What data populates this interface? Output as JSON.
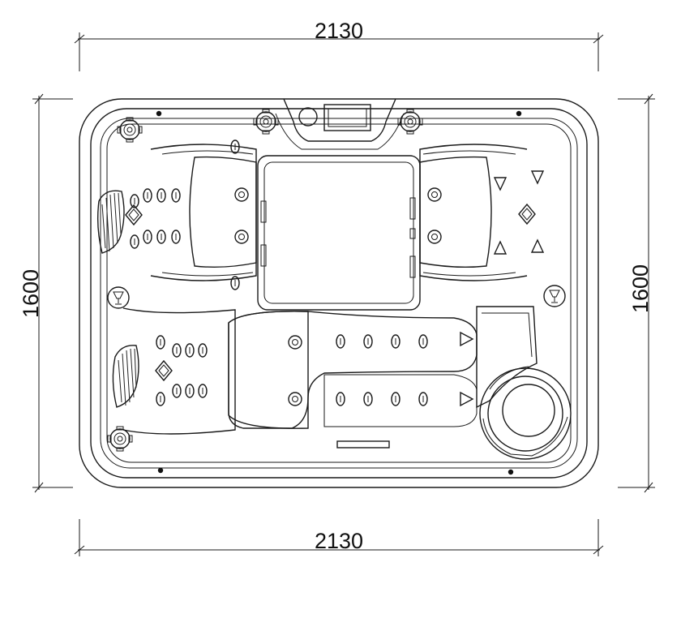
{
  "dimensions": {
    "top_width": "2130",
    "bottom_width": "2130",
    "left_height": "1600",
    "right_height": "1600"
  },
  "seats": {
    "upper_left_jet_rows": 2,
    "lower_left_jet_rows": 2,
    "lounger_jet_rows": 2
  },
  "colors": {
    "line": "#1a1a1a",
    "background": "#ffffff"
  }
}
